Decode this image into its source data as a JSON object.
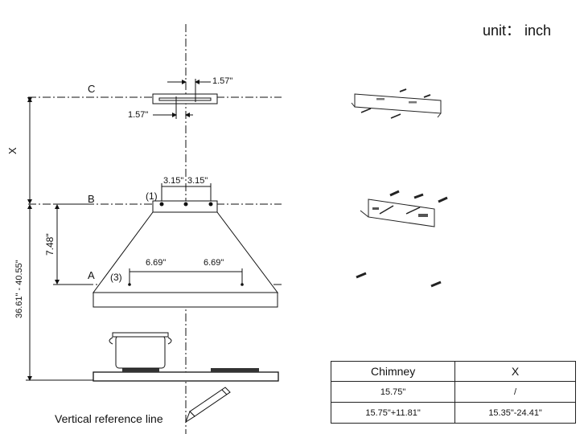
{
  "unit_label": "unit： inch",
  "levels": {
    "c": "C",
    "b": "B",
    "a": "A"
  },
  "callouts": {
    "one": "(1)",
    "three": "(3)"
  },
  "dimensions": {
    "bracket_offset_right": "1.57\"",
    "bracket_offset_left": "1.57\"",
    "screw_left": "3.15\"",
    "screw_right": "3.15\"",
    "hood_left": "6.69\"",
    "hood_right": "6.69\"",
    "x_label": "X",
    "hood_height": "7.48\"",
    "total_height": "36.61\" - 40.55\""
  },
  "reference_line_label": "Vertical reference line",
  "table": {
    "headers": [
      "Chimney",
      "X"
    ],
    "rows": [
      [
        "15.75\"",
        "/"
      ],
      [
        "15.75\"+11.81\"",
        "15.35\"-24.41\""
      ]
    ]
  }
}
